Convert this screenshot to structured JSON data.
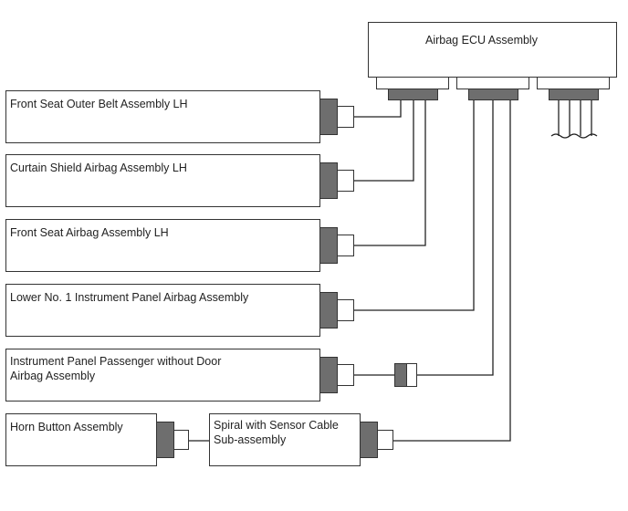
{
  "ecu": {
    "label": "Airbag ECU Assembly"
  },
  "components": [
    {
      "id": "front-seat-outer-belt",
      "label": "Front Seat Outer Belt Assembly LH"
    },
    {
      "id": "curtain-shield-airbag",
      "label": "Curtain Shield Airbag Assembly LH"
    },
    {
      "id": "front-seat-airbag",
      "label": "Front Seat Airbag Assembly LH"
    },
    {
      "id": "lower-no1-panel-airbag",
      "label": "Lower No. 1 Instrument Panel Airbag Assembly"
    },
    {
      "id": "passenger-airbag",
      "label": "Instrument Panel Passenger without Door\nAirbag Assembly"
    },
    {
      "id": "horn-button",
      "label": "Horn Button Assembly"
    },
    {
      "id": "spiral-cable",
      "label": "Spiral with Sensor Cable\nSub-assembly"
    }
  ]
}
